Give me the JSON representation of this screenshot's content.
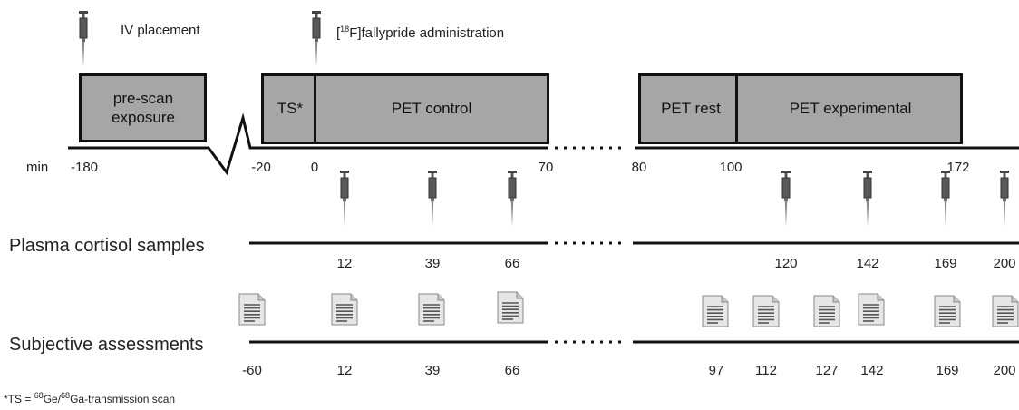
{
  "notes": {
    "iv_placement": "IV placement",
    "tracer_iso": "18",
    "tracer_rest": "F]fallypride administration"
  },
  "boxes": {
    "prescan": "pre-scan exposure",
    "ts": "TS*",
    "pet_control": "PET control",
    "pet_rest": "PET rest",
    "pet_experimental": "PET experimental"
  },
  "timeline": {
    "unit_label": "min",
    "ticks": [
      "-180",
      "-20",
      "0",
      "70",
      "80",
      "100",
      "172"
    ]
  },
  "plasma": {
    "label": "Plasma cortisol samples",
    "times": [
      "12",
      "39",
      "66",
      "120",
      "142",
      "169",
      "200"
    ]
  },
  "subjective": {
    "label": "Subjective assessments",
    "times": [
      "-60",
      "12",
      "39",
      "66",
      "97",
      "112",
      "127",
      "142",
      "169",
      "200"
    ]
  },
  "footnote": {
    "prefix": "*TS = ",
    "iso1": "68",
    "mid": "Ge/",
    "iso2": "68",
    "suffix": "Ga-transmission scan"
  },
  "colors": {
    "box_fill": "#a6a6a6",
    "line": "#111111",
    "syringe": "#555555"
  }
}
